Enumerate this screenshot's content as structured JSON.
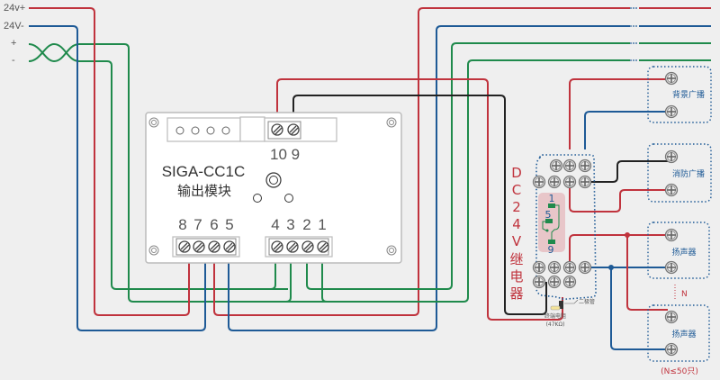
{
  "input_labels": {
    "v24_plus": "24v+",
    "v24_minus": "24V-",
    "sig_plus": "+",
    "sig_minus": "-"
  },
  "module": {
    "model": "SIGA-CC1C",
    "name": "输出模块",
    "terminals_top": "10 9",
    "terminals_left": [
      "8",
      "7",
      "6",
      "5"
    ],
    "terminals_right": [
      "4",
      "3",
      "2",
      "1"
    ]
  },
  "relay": {
    "label_chars": [
      "D",
      "C",
      "2",
      "4",
      "V",
      "继",
      "电",
      "器"
    ],
    "coil_pins": [
      "1",
      "5",
      "9"
    ],
    "diode_label": "二极管",
    "resistor_label": "终端电阻",
    "resistor_value": "(47KΩ)"
  },
  "outputs": {
    "background_broadcast": "背景广播",
    "fire_broadcast": "消防广播",
    "speaker_1": "扬声器",
    "speaker_n": "扬声器",
    "n_marker": "N",
    "n_limit": "(N≤50只)"
  },
  "colors": {
    "red": "#c0333d",
    "blue": "#1e5a96",
    "green": "#1f8a4c",
    "black": "#222222",
    "relay_text": "#c0333d",
    "box_dotted": "#1e5a96"
  }
}
